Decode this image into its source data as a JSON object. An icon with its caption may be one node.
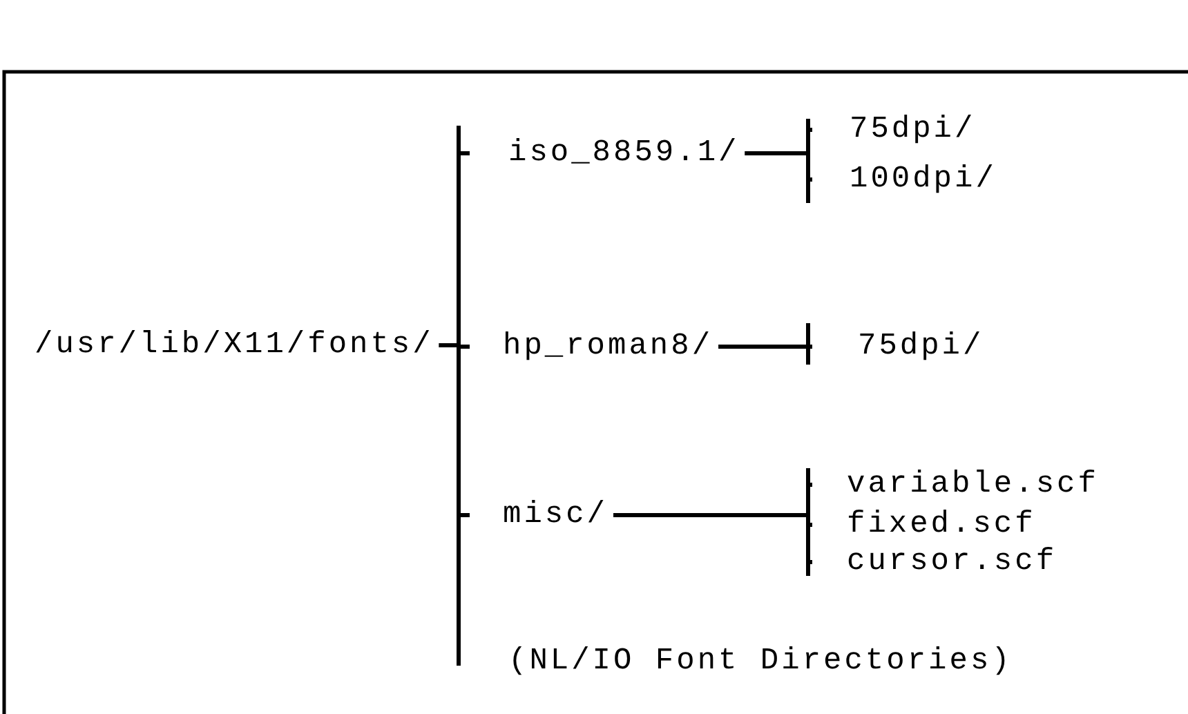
{
  "diagram": {
    "nodes": [
      {
        "text": [
          "/usr/lib/X11/fonts/"
        ]
      },
      {
        "text": [
          "iso_8859.1/"
        ]
      },
      {
        "text": [
          "75dpi/"
        ]
      },
      {
        "text": [
          "100dpi/"
        ]
      },
      {
        "text": [
          "hp_roman8/"
        ]
      },
      {
        "text": [
          "75dpi/"
        ]
      },
      {
        "text": [
          "misc/"
        ]
      },
      {
        "text": [
          "variable.scf"
        ]
      },
      {
        "text": [
          "fixed.scf"
        ]
      },
      {
        "text": [
          "cursor.scf"
        ]
      }
    ],
    "edges": [
      {
        "from": 0,
        "to": 1,
        "arrow": "none"
      },
      {
        "from": 0,
        "to": 4,
        "arrow": "none"
      },
      {
        "from": 0,
        "to": 6,
        "arrow": "none"
      },
      {
        "from": 1,
        "to": 2,
        "arrow": "none"
      },
      {
        "from": 1,
        "to": 3,
        "arrow": "none"
      },
      {
        "from": 4,
        "to": 5,
        "arrow": "none"
      },
      {
        "from": 6,
        "to": 7,
        "arrow": "none"
      },
      {
        "from": 6,
        "to": 8,
        "arrow": "none"
      },
      {
        "from": 6,
        "to": 9,
        "arrow": "none"
      }
    ],
    "labels": [
      "(NL/IO Font Directories)"
    ]
  }
}
